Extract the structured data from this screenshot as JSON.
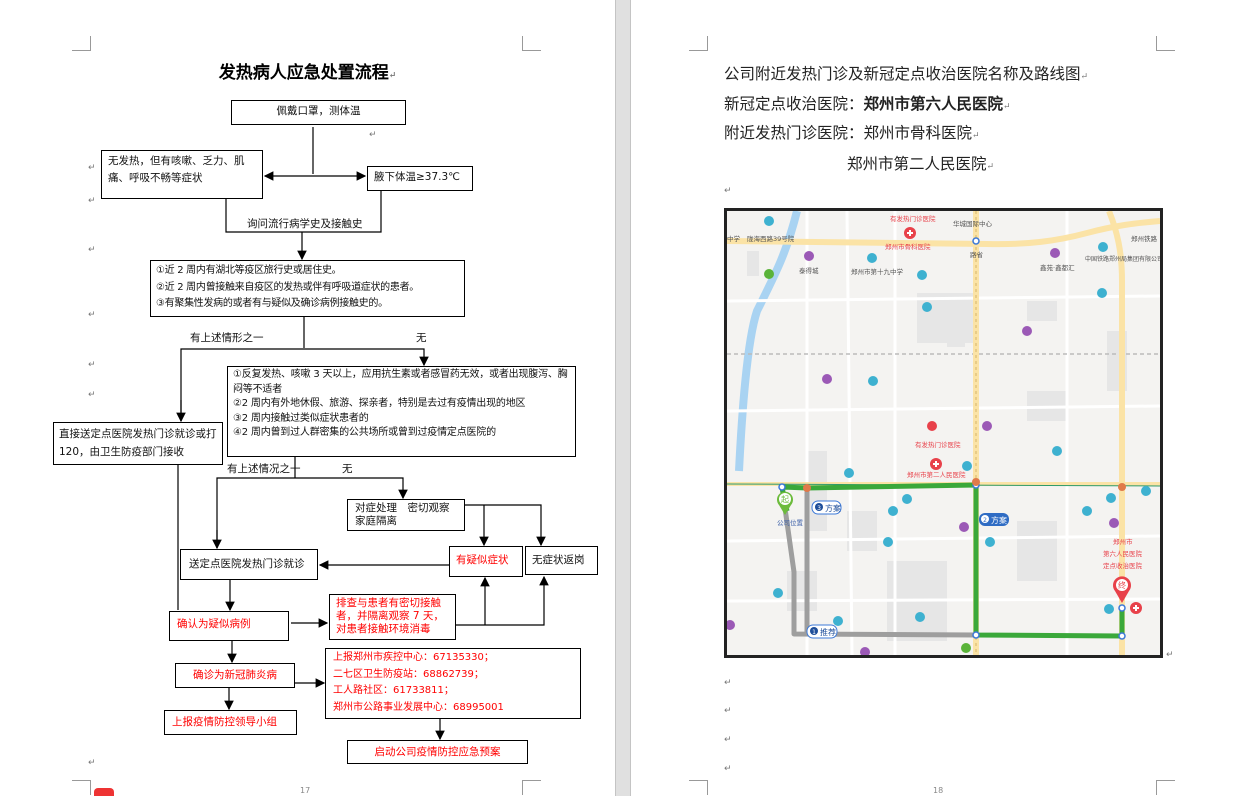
{
  "return_mark": "↵",
  "left_page": {
    "title": "发热病人应急处置流程",
    "page_number": "17",
    "flow": {
      "start": "佩戴口罩，测体温",
      "no_fever": "无发热，但有咳嗽、乏力、肌痛、呼吸不畅等症状",
      "fever": "腋下体温≥37.3℃",
      "ask_history": "询问流行病学史及接触史",
      "criteria": [
        "①近 2 周内有湖北等疫区旅行史或居住史。",
        "②近 2 周内曾接触来自疫区的发热或伴有呼吸道症状的患者。",
        "③有聚集性发病的或者有与疑似及确诊病例接触史的。"
      ],
      "yes_any_1": "有上述情形之一",
      "none_1": "无",
      "direct_send": "直接送定点医院发热门诊就诊或打 120，由卫生防疫部门接收",
      "criteria2": [
        "①反复发热、咳嗽 3 天以上，应用抗生素或者感冒药无效，或者出现腹泻、胸闷等不适者",
        "②2 周内有外地休假、旅游、探亲者，特别是去过有疫情出现的地区",
        "③2 周内接触过类似症状患者的",
        "④2 周内曾到过人群密集的公共场所或曾到过疫情定点医院的"
      ],
      "yes_any_2": "有上述情况之一",
      "none_2": "无",
      "observe": "对症处理　密切观察家庭隔离",
      "send_clinic": "送定点医院发热门诊就诊",
      "suspect_symptoms": "有疑似症状",
      "no_symptoms": "无症状返岗",
      "suspected_case": "确认为疑似病例",
      "trace_contacts": "排查与患者有密切接触者，并隔离观察 7 天，对患者接触环境消毒",
      "confirmed": "确诊为新冠肺炎病",
      "report_lines": [
        "上报郑州市疾控中心：67135330；",
        "二七区卫生防疫站：68862739；",
        "工人路社区：61733811；",
        "郑州市公路事业发展中心：68995001"
      ],
      "report_group": "上报疫情防控领导小组",
      "start_plan": "启动公司疫情防控应急预案"
    }
  },
  "right_page": {
    "page_number": "18",
    "heading": "公司附近发热门诊及新冠定点收治医院名称及路线图",
    "designated_label": "新冠定点收治医院：",
    "designated_name": "郑州市第六人民医院",
    "clinic_label": "附近发热门诊医院：",
    "clinic_name_1": "郑州市骨科医院",
    "clinic_name_2": "郑州市第二人民医院",
    "map": {
      "labels": {
        "fever_clinic_1": "有发热门诊医院",
        "hospital_1": "郑州市骨科医院",
        "huacheng": "华城国际中心",
        "longhai39": "陇海西路39号院",
        "school_fragment": "中学",
        "crossing": "路省",
        "taidecheng": "泰得城",
        "school19": "郑州市第十九中学",
        "xinyuan": "鑫苑·鑫都汇",
        "railway_group": "中国铁路郑州局集团有限公司",
        "zz_railway": "郑州铁路",
        "fever_clinic_2": "有发热门诊医院",
        "hospital_2": "郑州市第二人民医院",
        "start_marker": "起",
        "company": "公司位置",
        "route3": "方案",
        "route2": "方案",
        "route1": "推荐",
        "end_marker": "终",
        "dest_line1": "郑州市",
        "dest_line2": "第六人民医院",
        "dest_line3": "定点收治医院"
      },
      "route_numbers": {
        "r1": "1",
        "r2": "2",
        "r3": "3"
      },
      "colors": {
        "route_main": "#3aa83a",
        "route_alt": "#9e9e9e",
        "road_major": "#fbe3a6",
        "hospital": "#e8414a"
      }
    }
  }
}
